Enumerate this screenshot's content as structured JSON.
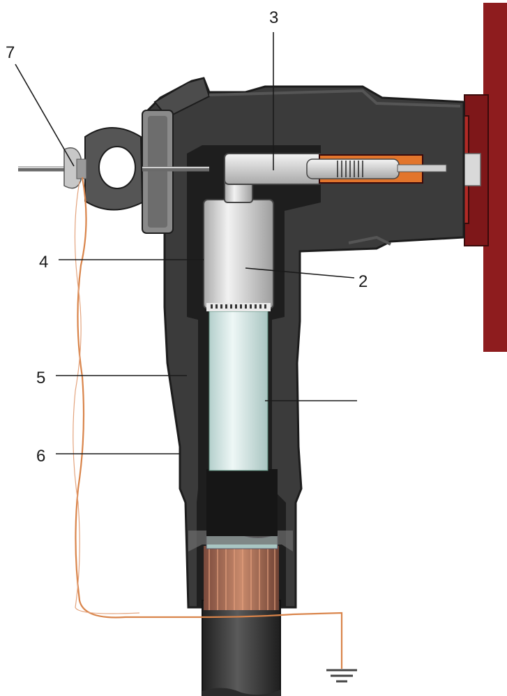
{
  "callouts": {
    "c7": "7",
    "c3": "3",
    "c4": "4",
    "c2": "2",
    "c5": "5",
    "c6": "6"
  },
  "colors": {
    "wall_red": "#8e1c1e",
    "bushing_red": "#b02a26",
    "contact_orange": "#e2752c",
    "body_dark": "#3b3b3b",
    "outline": "#1c1c1c",
    "insulator_light": "#dcecea",
    "connector_grey": "#d8d8d8",
    "earth_wire": "#d9844a"
  },
  "icons": {
    "ground": "ground-symbol-icon"
  }
}
